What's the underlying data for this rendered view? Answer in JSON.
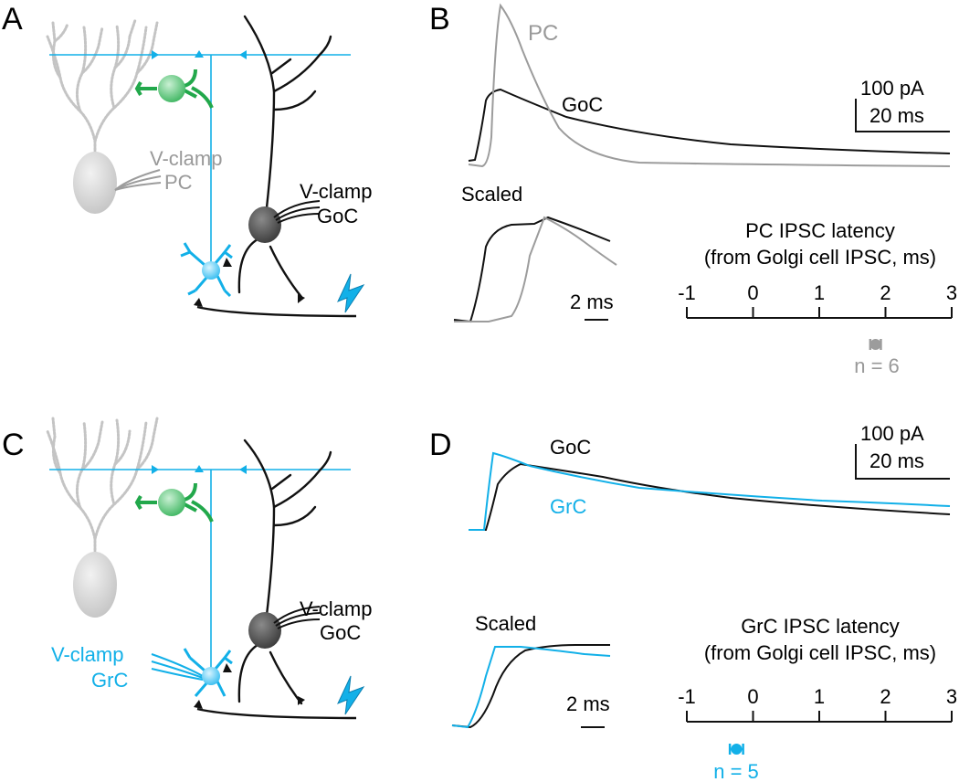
{
  "colors": {
    "pc": "#9c9c9c",
    "goc": "#111111",
    "grc": "#12B0E8",
    "stellate": "#22A84B"
  },
  "panels": {
    "A": {
      "letter": "A",
      "vclamp_pc": "V-clamp",
      "pc_label": "PC",
      "vclamp_goc": "V-clamp",
      "goc_label": "GoC"
    },
    "B": {
      "letter": "B",
      "pc_trace": "PC",
      "goc_trace": "GoC",
      "scale_amp": "100 pA",
      "scale_time": "20 ms",
      "scaled": "Scaled",
      "scaled_time": "2 ms",
      "axis_title_1": "PC IPSC latency",
      "axis_title_2": "(from Golgi cell IPSC, ms)",
      "ticks": [
        "-1",
        "0",
        "1",
        "2",
        "3"
      ],
      "n_label": "n = 6"
    },
    "C": {
      "letter": "C",
      "vclamp_goc": "V-clamp",
      "goc_label": "GoC",
      "vclamp_grc": "V-clamp",
      "grc_label": "GrC"
    },
    "D": {
      "letter": "D",
      "goc_trace": "GoC",
      "grc_trace": "GrC",
      "scale_amp": "100 pA",
      "scale_time": "20 ms",
      "scaled": "Scaled",
      "scaled_time": "2 ms",
      "axis_title_1": "GrC IPSC latency",
      "axis_title_2": "(from Golgi cell IPSC, ms)",
      "ticks": [
        "-1",
        "0",
        "1",
        "2",
        "3"
      ],
      "n_label": "n = 5"
    }
  },
  "latency": {
    "B": {
      "mean": 1.85,
      "err": 0.08
    },
    "D": {
      "mean": -0.25,
      "err": 0.1
    }
  }
}
